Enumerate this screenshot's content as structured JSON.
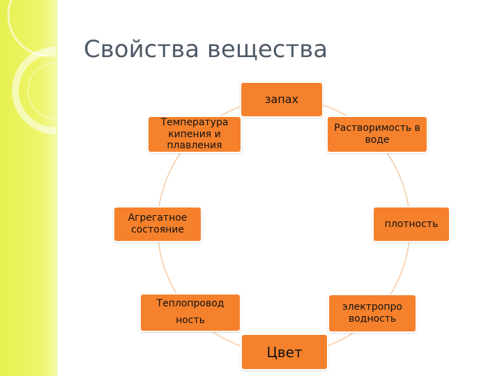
{
  "title": "Свойства вещества",
  "colors": {
    "node_fill": "#f5812c",
    "ring": "#f5c9a4",
    "title": "#4f5a68",
    "band": "#eef56a"
  },
  "diagram": {
    "type": "cycle",
    "nodes": [
      {
        "id": "smell",
        "label": "запах"
      },
      {
        "id": "solubility",
        "label": "Растворимость в воде"
      },
      {
        "id": "density",
        "label": "плотность"
      },
      {
        "id": "conductivity",
        "label": "электропро водность"
      },
      {
        "id": "color",
        "label": "Цвет"
      },
      {
        "id": "thermal",
        "label": "Теплопровод ность"
      },
      {
        "id": "state",
        "label": "Агрегатное состояние"
      },
      {
        "id": "temperature",
        "label": "Температура кипения и плавления"
      }
    ]
  }
}
